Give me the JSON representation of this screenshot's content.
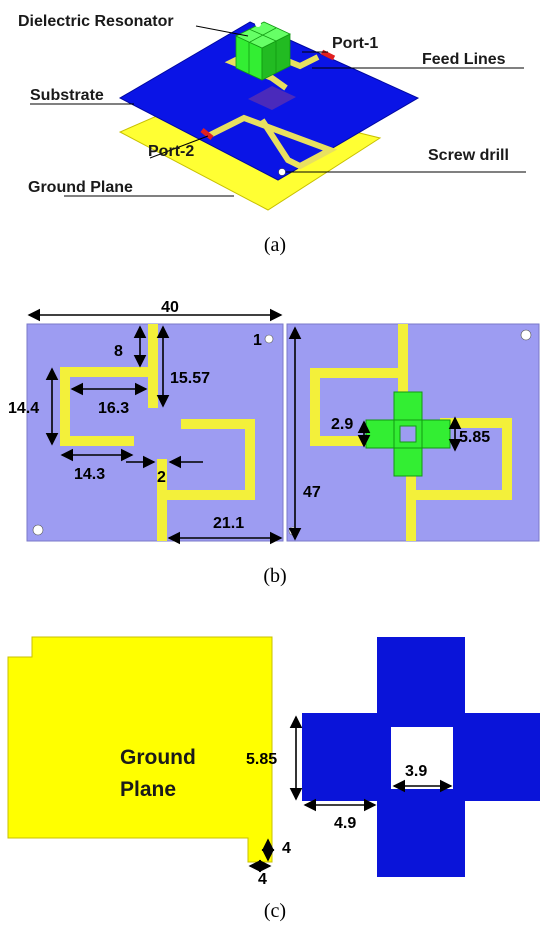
{
  "panel_a": {
    "caption": "(a)",
    "labels": {
      "dielectric_resonator": "Dielectric Resonator",
      "port1": "Port-1",
      "feed_lines": "Feed Lines",
      "substrate": "Substrate",
      "port2": "Port-2",
      "screw_drill": "Screw drill",
      "ground_plane": "Ground Plane"
    }
  },
  "panel_b": {
    "caption": "(b)",
    "dims": {
      "width": "40",
      "d8": "8",
      "d1": "1",
      "d15_57": "15.57",
      "d14_4": "14.4",
      "d16_3": "16.3",
      "d14_3": "14.3",
      "d2": "2",
      "d21_1": "21.1",
      "d47": "47",
      "d2_9": "2.9",
      "d5_85": "5.85"
    }
  },
  "panel_c": {
    "caption": "(c)",
    "ground_line1": "Ground",
    "ground_line2": "Plane",
    "dims": {
      "d5_85": "5.85",
      "d4_9": "4.9",
      "d3_9": "3.9",
      "d4a": "4",
      "d4b": "4"
    }
  },
  "colors": {
    "substrate_3d": "#0a14e6",
    "feed": "#e8e060",
    "ground": "#ffff00",
    "dra": "#33ee33",
    "port": "#e02020",
    "substrate_2d": "#9d9cf2",
    "feed_2d": "#f3f03a",
    "cross": "#0a14d9"
  }
}
